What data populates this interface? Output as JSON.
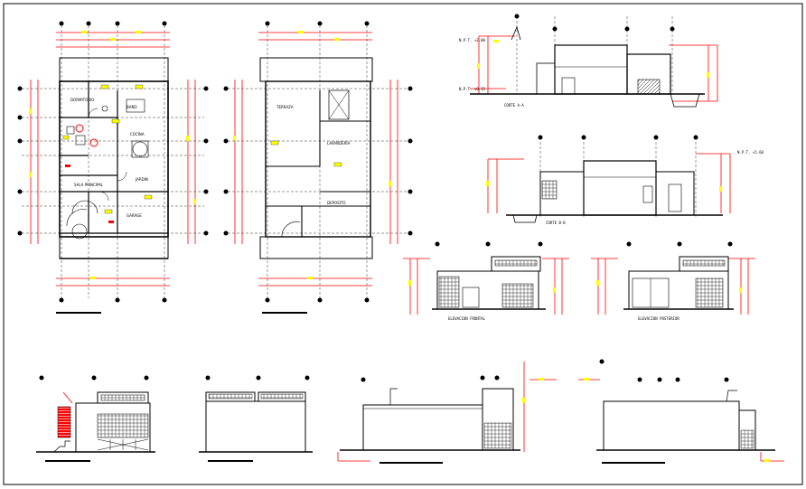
{
  "drawing": {
    "plan_labels": {
      "rooms_ground": [
        "DORMITORIO",
        "BAÑO",
        "COCINA",
        "SALA PRINCIPAL",
        "JARDIN",
        "GARAGE"
      ],
      "rooms_upper": [
        "TERRAZA",
        "LAVANDERIA",
        "DEPOSITO"
      ]
    },
    "elevation_labels": [
      "CORTE A-A",
      "CORTE B-B",
      "ELEVACION FRONTAL",
      "ELEVACION POSTERIOR"
    ],
    "level_tags": [
      "N.P.T. +0.15",
      "N.P.T. +2.80",
      "N.P.T. +5.60"
    ]
  },
  "colors": {
    "line": "#000000",
    "dimension": "#ff0000",
    "accent": "#ffff00",
    "background": "#ffffff"
  }
}
